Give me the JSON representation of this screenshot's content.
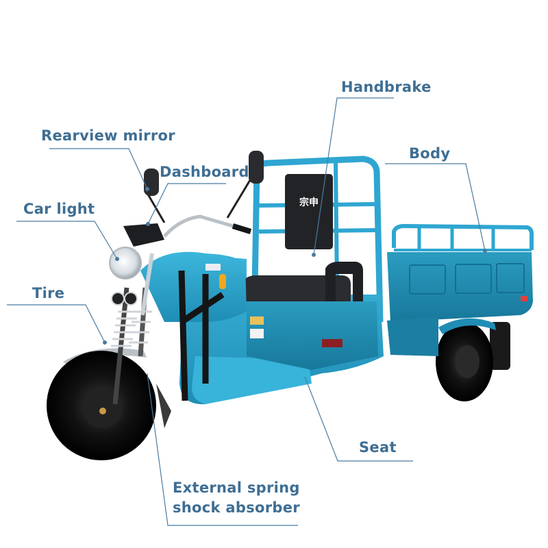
{
  "diagram": {
    "subject": "electric cargo tricycle",
    "colors": {
      "label_text": "#3f6e93",
      "leader_line": "#4a7ba1",
      "body_teal": "#2aa3c9",
      "body_dark": "#1b7ea3",
      "tire": "#1a1a1a",
      "background": "#ffffff"
    },
    "brand_mark": "宗申",
    "callouts": [
      {
        "id": "rearview-mirror",
        "label": "Rearview mirror"
      },
      {
        "id": "dashboard",
        "label": "Dashboard"
      },
      {
        "id": "car-light",
        "label": "Car light"
      },
      {
        "id": "tire",
        "label": "Tire"
      },
      {
        "id": "handbrake",
        "label": "Handbrake"
      },
      {
        "id": "body",
        "label": "Body"
      },
      {
        "id": "seat",
        "label": "Seat"
      },
      {
        "id": "shock-absorber",
        "label": "External spring shock absorber",
        "lines": [
          "External spring",
          "shock absorber"
        ]
      }
    ]
  }
}
